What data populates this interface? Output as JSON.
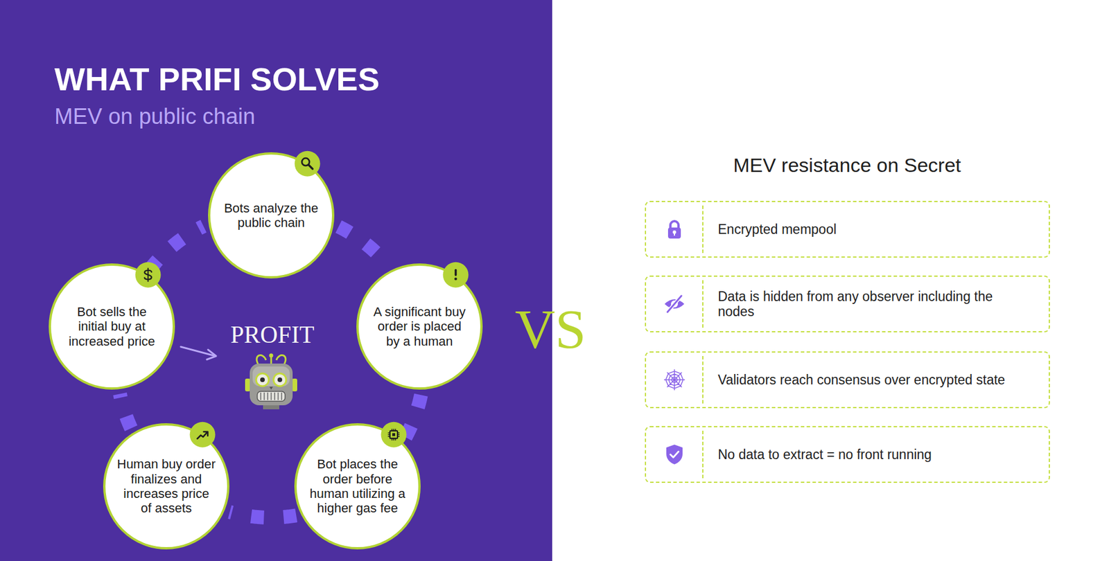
{
  "diagram": {
    "title": "WHAT PRIFI SOLVES",
    "nodes": [
      {
        "text": [
          "Bots analyze the public chain"
        ]
      },
      {
        "text": [
          "A significant buy order is placed by a human"
        ]
      },
      {
        "text": [
          "Bot places the order before human utilizing a higher gas fee"
        ]
      },
      {
        "text": [
          "Human buy order finalizes and increases price of assets"
        ]
      },
      {
        "text": [
          "Bot sells the initial buy at increased price"
        ]
      },
      {
        "text": [
          "Encrypted mempool"
        ]
      },
      {
        "text": [
          "Data is hidden from any observer including the nodes"
        ]
      },
      {
        "text": [
          "Validators reach consensus over encrypted state"
        ]
      },
      {
        "text": [
          "No data to extract = no front running"
        ]
      }
    ],
    "edges": [
      {
        "from": 0,
        "to": 1,
        "arrow": "none"
      },
      {
        "from": 1,
        "to": 2,
        "arrow": "none"
      },
      {
        "from": 2,
        "to": 3,
        "arrow": "none"
      },
      {
        "from": 3,
        "to": 4,
        "arrow": "none"
      },
      {
        "from": 4,
        "to": 0,
        "arrow": "none"
      }
    ],
    "labels": [
      "MEV on public chain",
      "PROFIT",
      "VS",
      "MEV resistance on Secret"
    ]
  }
}
